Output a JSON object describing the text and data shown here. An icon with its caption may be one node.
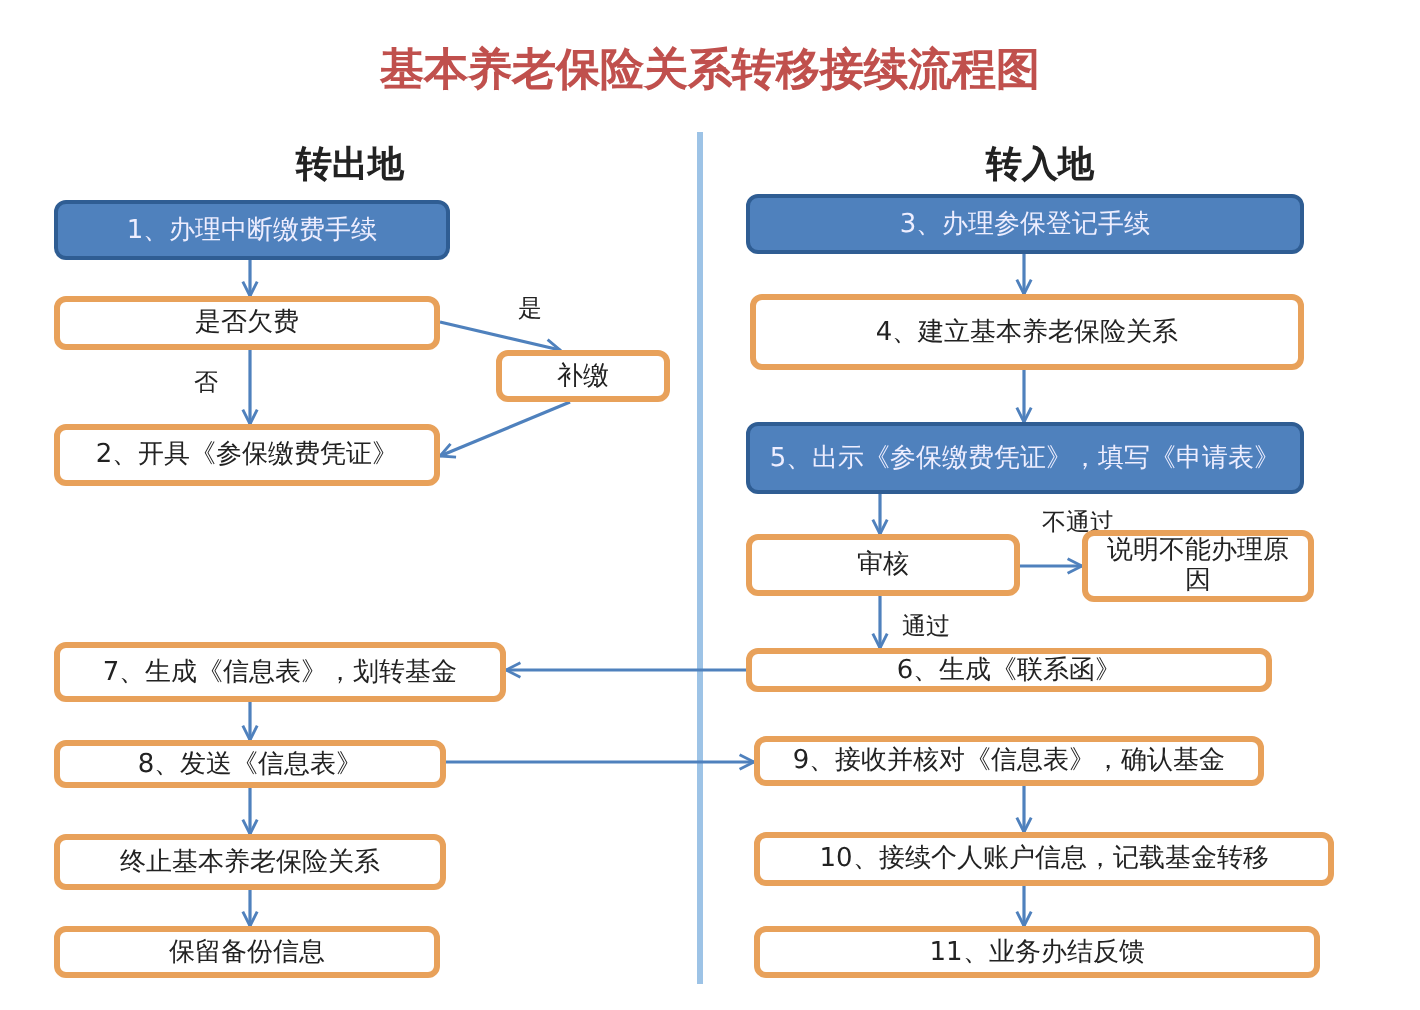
{
  "diagram": {
    "title": "基本养老保险关系转移接续流程图",
    "nodes": [
      {
        "text": [
          "1、办理中断缴费手续"
        ]
      },
      {
        "text": [
          "是否欠费"
        ]
      },
      {
        "text": [
          "补缴"
        ]
      },
      {
        "text": [
          "2、开具《参保缴费凭证》"
        ]
      },
      {
        "text": [
          "7、生成《信息表》，划转基金"
        ]
      },
      {
        "text": [
          "8、发送《信息表》"
        ]
      },
      {
        "text": [
          "终止基本养老保险关系"
        ]
      },
      {
        "text": [
          "保留备份信息"
        ]
      },
      {
        "text": [
          "3、办理参保登记手续"
        ]
      },
      {
        "text": [
          "4、建立基本养老保险关系"
        ]
      },
      {
        "text": [
          "5、出示《参保缴费凭证》，填写《申请表》"
        ]
      },
      {
        "text": [
          "审核"
        ]
      },
      {
        "text": [
          "说明不能办理原因"
        ]
      },
      {
        "text": [
          "6、生成《联系函》"
        ]
      },
      {
        "text": [
          "9、接收并核对《信息表》，确认基金"
        ]
      },
      {
        "text": [
          "10、接续个人账户信息，记载基金转移"
        ]
      },
      {
        "text": [
          "11、业务办结反馈"
        ]
      }
    ],
    "edges": [
      {
        "from": 0,
        "to": 1,
        "arrow": "to"
      },
      {
        "from": 1,
        "to": 2,
        "arrow": "to",
        "label": "是"
      },
      {
        "from": 1,
        "to": 3,
        "arrow": "to",
        "label": "否"
      },
      {
        "from": 2,
        "to": 3,
        "arrow": "to"
      },
      {
        "from": 4,
        "to": 5,
        "arrow": "to"
      },
      {
        "from": 5,
        "to": 6,
        "arrow": "to"
      },
      {
        "from": 6,
        "to": 7,
        "arrow": "to"
      },
      {
        "from": 8,
        "to": 9,
        "arrow": "to"
      },
      {
        "from": 9,
        "to": 10,
        "arrow": "to"
      },
      {
        "from": 10,
        "to": 11,
        "arrow": "to"
      },
      {
        "from": 11,
        "to": 12,
        "arrow": "to",
        "label": "不通过"
      },
      {
        "from": 11,
        "to": 13,
        "arrow": "to",
        "label": "通过"
      },
      {
        "from": 13,
        "to": 4,
        "arrow": "to"
      },
      {
        "from": 5,
        "to": 14,
        "arrow": "to"
      },
      {
        "from": 14,
        "to": 15,
        "arrow": "to"
      },
      {
        "from": 15,
        "to": 16,
        "arrow": "to"
      }
    ],
    "labels": [
      "转出地",
      "转入地"
    ]
  }
}
